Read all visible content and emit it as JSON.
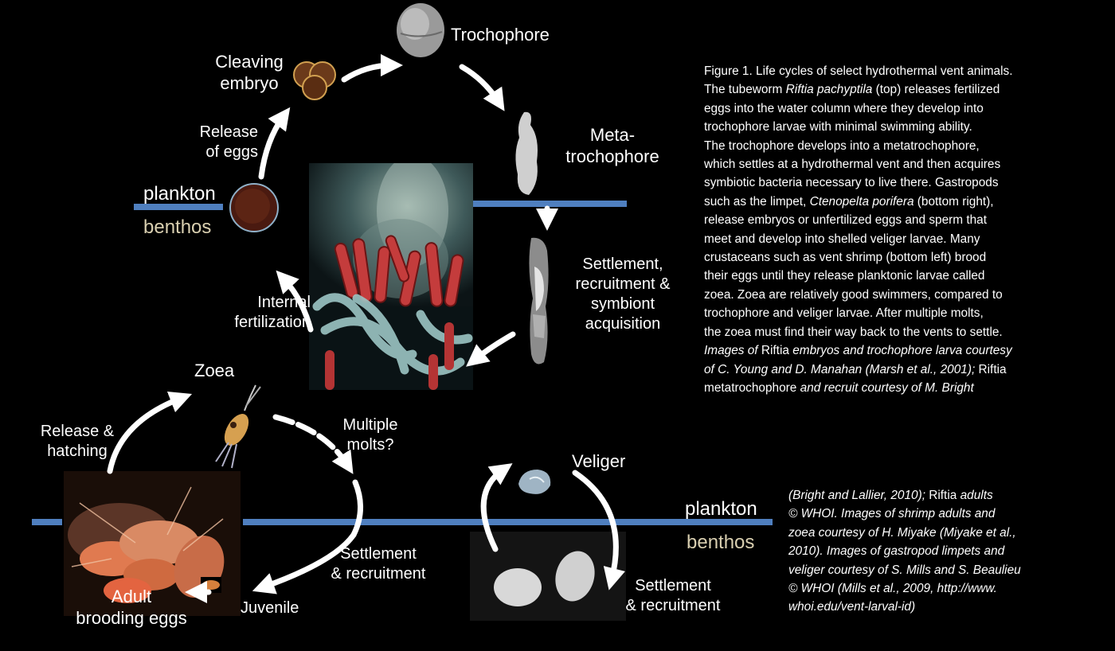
{
  "cycle_top": {
    "cleaving_embryo": [
      "Cleaving",
      "embryo"
    ],
    "trochophore": "Trochophore",
    "metatrochophore": [
      "Meta-",
      "trochophore"
    ],
    "release_of_eggs": [
      "Release",
      "of eggs"
    ],
    "settlement": [
      "Settlement,",
      "recruitment &",
      "symbiont",
      "acquisition"
    ],
    "internal_fertilization": [
      "Internal",
      "fertilization"
    ],
    "plankton": "plankton",
    "benthos": "benthos"
  },
  "cycle_shrimp": {
    "zoea": "Zoea",
    "release_hatching": [
      "Release &",
      "hatching"
    ],
    "multiple_molts": [
      "Multiple",
      "molts?"
    ],
    "settlement": [
      "Settlement",
      "& recruitment"
    ],
    "adult": [
      "Adult",
      "brooding eggs"
    ],
    "juvenile": "Juvenile"
  },
  "cycle_limpet": {
    "veliger": "Veliger",
    "settlement": [
      "Settlement",
      "& recruitment"
    ],
    "plankton": "plankton",
    "benthos": "benthos"
  },
  "caption": {
    "l1": "Figure 1. Life cycles of select hydrothermal vent animals.",
    "l2a": "The tubeworm ",
    "l2b": "Riftia pachyptila",
    "l2c": " (top) releases fertilized",
    "l3": "eggs into the water column where they develop into",
    "l4": "trochophore larvae with minimal swimming ability.",
    "l5": "The trochophore develops into a metatrochophore,",
    "l6": "which settles at a hydrothermal vent and then acquires",
    "l7": "symbiotic bacteria necessary to live there. Gastropods",
    "l8a": "such as the limpet, ",
    "l8b": "Ctenopelta porifera",
    "l8c": " (bottom right),",
    "l9": "release embryos or unfertilized eggs and sperm that",
    "l10": "meet and develop into shelled veliger larvae. Many",
    "l11": "crustaceans such as vent shrimp (bottom left) brood",
    "l12": "their eggs until they release planktonic larvae called",
    "l13": "zoea. Zoea are relatively good swimmers, compared to",
    "l14": "trochophore and veliger larvae. After multiple molts,",
    "l15": "the zoea must find their way back to the vents to settle.",
    "l16a": "Images of ",
    "l16b": "Riftia",
    "l16c": " embryos and trochophore larva courtesy",
    "l17": "of C. Young and D. Manahan (Marsh et al., 2001);",
    "l17b": " Riftia",
    "l18a": "metatrochophore",
    "l18b": " and recruit courtesy of M. Bright",
    "l19a": "(Bright and Lallier, 2010); ",
    "l19b": "Riftia",
    "l19c": " adults",
    "l20": "© WHOI. Images of shrimp adults and",
    "l21": "zoea courtesy of H. Miyake (Miyake et al.,",
    "l22": "2010). Images of gastropod limpets and",
    "l23": "veliger courtesy of S. Mills and S. Beaulieu",
    "l24": "© WHOI (Mills et al., 2009, http://www.",
    "l25": "whoi.edu/vent-larval-id)"
  }
}
